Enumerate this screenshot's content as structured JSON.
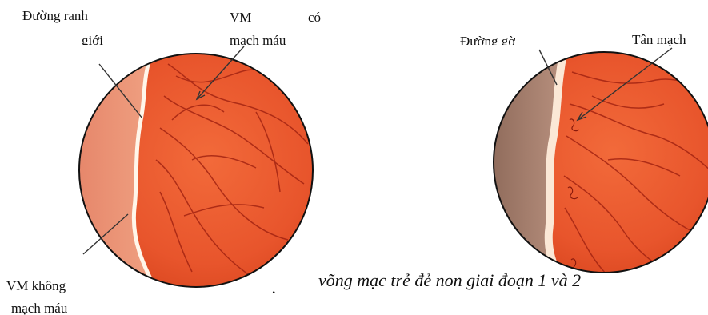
{
  "left_figure": {
    "label_boundary_line1": "Đường ranh",
    "label_boundary_line2": "giới",
    "label_vascular_line1_a": "VM",
    "label_vascular_line1_b": "có",
    "label_vascular_line2": "mạch máu",
    "label_avascular_line1": "VM không",
    "label_avascular_line2": "mạch máu"
  },
  "right_figure": {
    "label_ridge": "Đường gờ",
    "label_neovascular": "Tân mạch"
  },
  "caption": {
    "bullet": ".",
    "text": "võng mạc trẻ đẻ non giai đoạn 1 và 2"
  }
}
